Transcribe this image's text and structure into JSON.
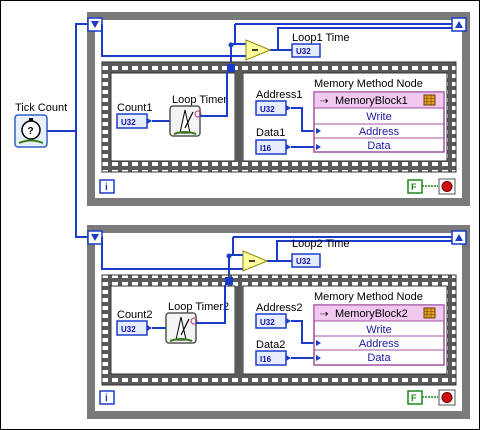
{
  "tick_count": {
    "label": "Tick Count"
  },
  "loops": [
    {
      "time_label": "Loop1 Time",
      "time_type": "U32",
      "count_label": "Count1",
      "count_type": "U32",
      "timer_label": "Loop Timer",
      "address_label": "Address1",
      "address_type": "U32",
      "data_label": "Data1",
      "data_type": "I16",
      "node_title": "Memory Method Node",
      "block_name": "MemoryBlock1",
      "rows": [
        "Write",
        "Address",
        "Data"
      ],
      "iteration": "i",
      "stop_value": "F"
    },
    {
      "time_label": "Loop2 Time",
      "time_type": "U32",
      "count_label": "Count2",
      "count_type": "U32",
      "timer_label": "Loop Timer2",
      "address_label": "Address2",
      "address_type": "U32",
      "data_label": "Data2",
      "data_type": "I16",
      "node_title": "Memory Method Node",
      "block_name": "MemoryBlock2",
      "rows": [
        "Write",
        "Address",
        "Data"
      ],
      "iteration": "i",
      "stop_value": "F"
    }
  ],
  "colors": {
    "loop_frame": "#7a7a7a",
    "wire_int": "#1a3cc8",
    "node_header": "#f0c8f0",
    "node_border": "#a050a0",
    "subtract_fill": "#ffffa0",
    "stop_green": "#1a8a1a",
    "stop_red": "#d01010"
  }
}
